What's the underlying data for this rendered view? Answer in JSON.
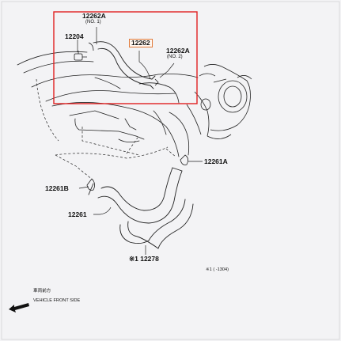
{
  "labels": {
    "part_12262A_top": "12262A",
    "part_12262A_top_note": "(NO. 1)",
    "part_12204": "12204",
    "part_12262": "12262",
    "part_12262A_right": "12262A",
    "part_12262A_right_note": "(NO. 2)",
    "part_12261A": "12261A",
    "part_12261B": "12261B",
    "part_12261": "12261",
    "part_12278": "※1 12278",
    "footnote": "※1 (     -1304)",
    "front_jp": "車両前方",
    "front_en": "VEHICLE FRONT SIDE"
  },
  "colors": {
    "highlight_box": "#e02020",
    "part_highlight": "#e07a3a",
    "line": "#222222",
    "background": "#f3f3f5"
  },
  "icons": {
    "front_arrow": "arrow-left-icon"
  }
}
